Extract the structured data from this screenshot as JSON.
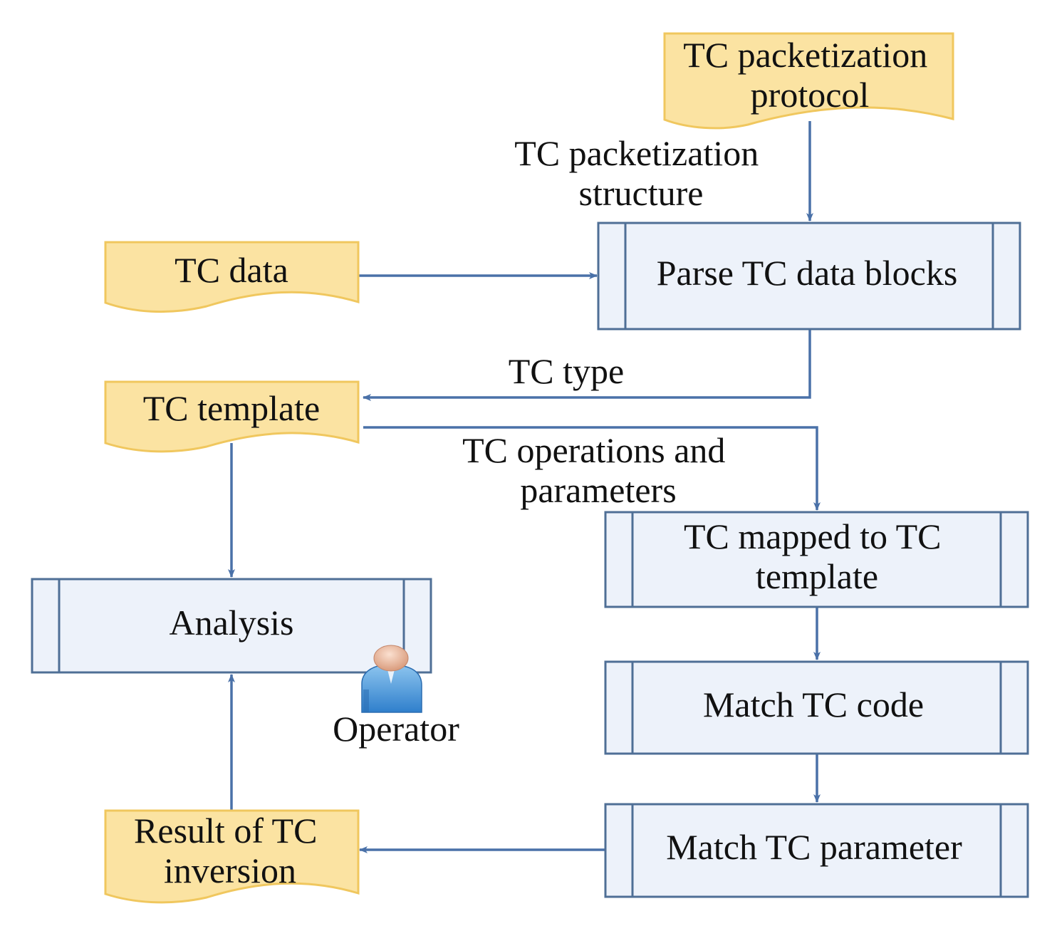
{
  "colors": {
    "document_fill": "#fbe3a2",
    "document_stroke": "#f0c75e",
    "process_fill": "#edf2fa",
    "process_stroke": "#4f6f96",
    "arrow": "#4a71a8"
  },
  "documents": {
    "packetization_protocol": [
      "TC packetization",
      "protocol"
    ],
    "tc_data": [
      "TC data"
    ],
    "tc_template": [
      "TC template"
    ],
    "result": [
      "Result of TC",
      "inversion"
    ]
  },
  "processes": {
    "parse": [
      "Parse TC data blocks"
    ],
    "mapped": [
      "TC mapped to TC",
      "template"
    ],
    "analysis": [
      "Analysis"
    ],
    "match_code": [
      "Match TC code"
    ],
    "match_param": [
      "Match TC parameter"
    ]
  },
  "edge_labels": {
    "packetization_structure": [
      "TC packetization",
      "structure"
    ],
    "tc_type": [
      "TC type"
    ],
    "operations": [
      "TC operations and",
      "parameters"
    ]
  },
  "operator": {
    "label": "Operator",
    "icon": "operator-icon"
  }
}
